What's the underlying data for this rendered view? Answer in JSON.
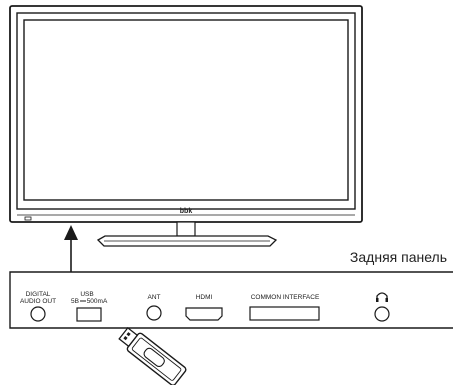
{
  "tv": {
    "brand": "bbk"
  },
  "panel": {
    "caption": "Задняя панель",
    "ports": {
      "digital_audio": {
        "line1": "DIGITAL",
        "line2": "AUDIO OUT"
      },
      "usb": {
        "line1": "USB",
        "line2_left": "5В",
        "line2_right": "500mA"
      },
      "ant": {
        "label": "ANT"
      },
      "hdmi": {
        "label": "HDMI"
      },
      "ci": {
        "label": "COMMON INTERFACE"
      },
      "headphone": {
        "icon": "headphone-icon"
      }
    }
  },
  "usb_drive": {
    "icon": "usb-flash-drive-icon"
  },
  "colors": {
    "line": "#1a1a1a",
    "fill": "#ffffff"
  }
}
